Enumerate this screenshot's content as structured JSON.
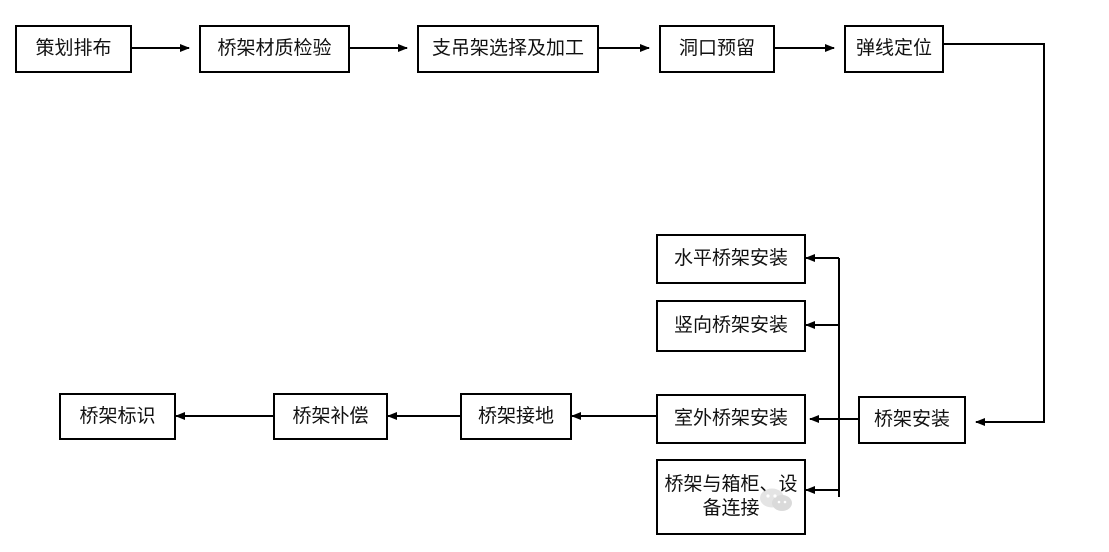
{
  "top_row": [
    {
      "id": "s1",
      "label": "策划排布"
    },
    {
      "id": "s2",
      "label": "桥架材质检验"
    },
    {
      "id": "s3",
      "label": "支吊架选择及加工"
    },
    {
      "id": "s4",
      "label": "洞口预留"
    },
    {
      "id": "s5",
      "label": "弹线定位"
    }
  ],
  "install": {
    "label": "桥架安装"
  },
  "install_types": [
    {
      "id": "t1",
      "label": "水平桥架安装"
    },
    {
      "id": "t2",
      "label": "竖向桥架安装"
    },
    {
      "id": "t3",
      "label": "室外桥架安装"
    },
    {
      "id": "t4",
      "label": "桥架与箱柜、设备连接"
    }
  ],
  "bottom_row": [
    {
      "id": "b1",
      "label": "桥架接地"
    },
    {
      "id": "b2",
      "label": "桥架补偿"
    },
    {
      "id": "b3",
      "label": "桥架标识"
    }
  ],
  "colors": {
    "line": "#000000",
    "box_border": "#000000",
    "background": "#ffffff"
  },
  "watermark_icon": "wechat-icon"
}
